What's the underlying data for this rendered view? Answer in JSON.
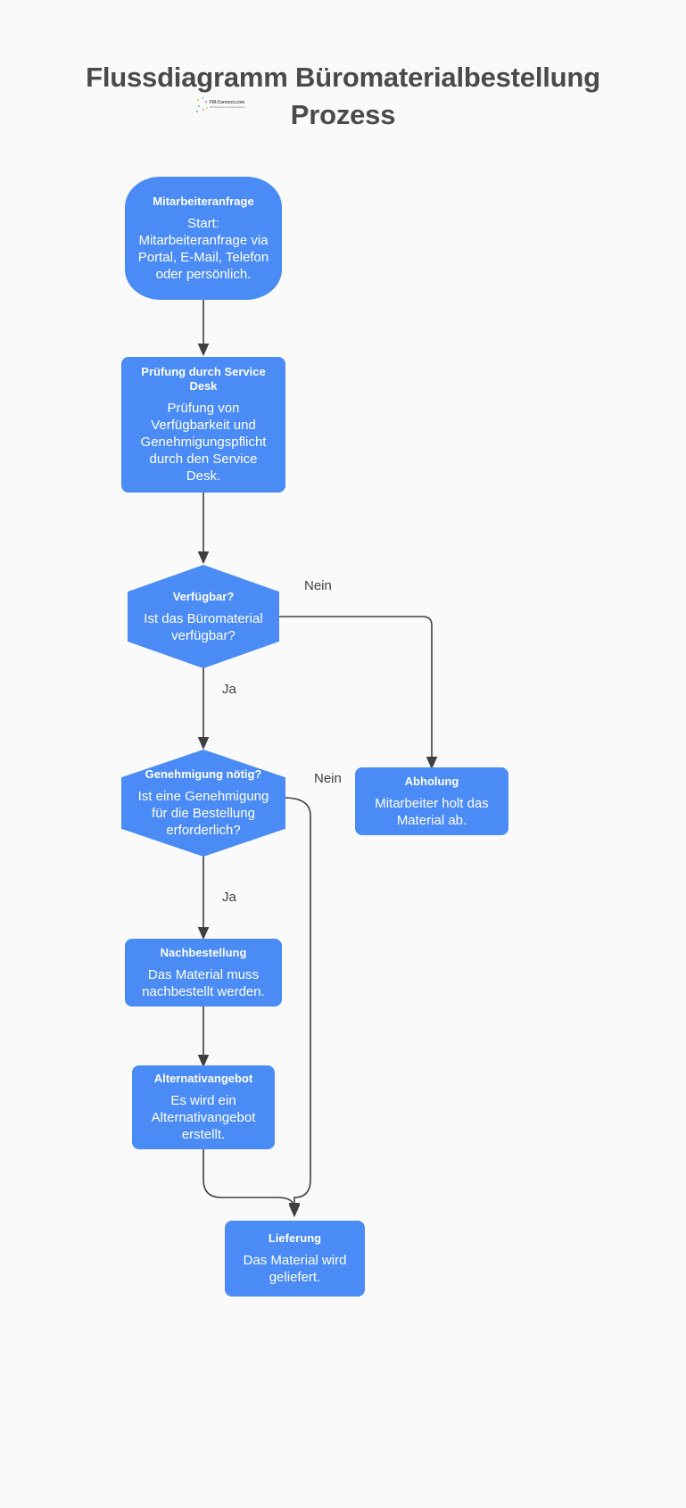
{
  "title": {
    "line1": "Flussdiagramm Büromaterialbestellung",
    "line2": "Prozess"
  },
  "logo": {
    "name": "FM-Connect.com",
    "tagline": "FM Marketing und Digitale Medien"
  },
  "colors": {
    "node_fill": "#4a8bf5",
    "node_text": "#ffffff",
    "connector": "#3f3f3f",
    "background": "#fafafa",
    "title_text": "#4a4a4a"
  },
  "nodes": [
    {
      "id": "mitarbeiteranfrage",
      "shape": "start",
      "title": "Mitarbeiteranfrage",
      "body": "Start: Mitarbeiteranfrage via Portal, E-Mail, Telefon oder persönlich."
    },
    {
      "id": "pruefung",
      "shape": "rounded",
      "title": "Prüfung durch Service Desk",
      "body": "Prüfung von Verfügbarkeit und Genehmigungspflicht durch den Service Desk."
    },
    {
      "id": "verfuegbar",
      "shape": "hex",
      "title": "Verfügbar?",
      "body": "Ist das Büromaterial verfügbar?"
    },
    {
      "id": "genehmigung",
      "shape": "hex",
      "title": "Genehmigung nötig?",
      "body": "Ist eine Genehmigung für die Bestellung erforderlich?"
    },
    {
      "id": "abholung",
      "shape": "rounded",
      "title": "Abholung",
      "body": "Mitarbeiter holt das Material ab."
    },
    {
      "id": "nachbestellung",
      "shape": "rounded",
      "title": "Nachbestellung",
      "body": "Das Material muss nachbestellt werden."
    },
    {
      "id": "alternativangebot",
      "shape": "rounded",
      "title": "Alternativangebot",
      "body": "Es wird ein Alternativangebot erstellt."
    },
    {
      "id": "lieferung",
      "shape": "rounded",
      "title": "Lieferung",
      "body": "Das Material wird geliefert."
    }
  ],
  "edge_labels": {
    "verfuegbar_nein": "Nein",
    "verfuegbar_ja": "Ja",
    "genehmigung_nein": "Nein",
    "genehmigung_ja": "Ja"
  }
}
